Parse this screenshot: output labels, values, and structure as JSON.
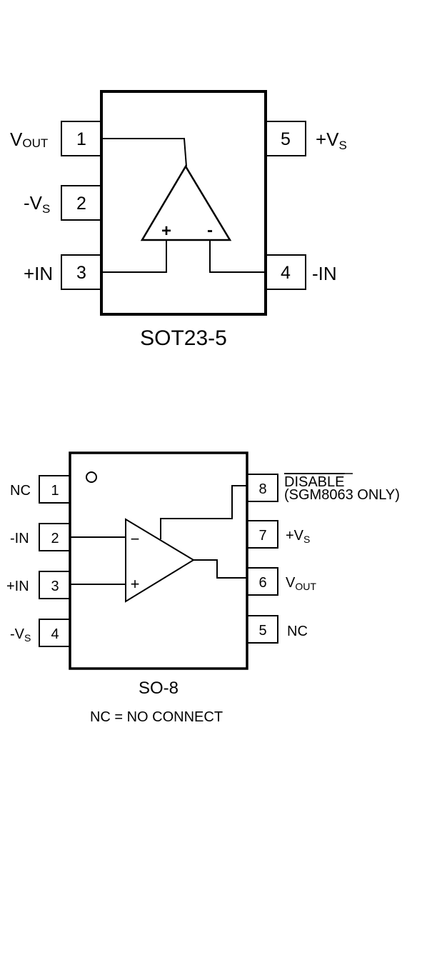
{
  "sot23": {
    "package_name": "SOT23-5",
    "pins": [
      {
        "num": "1",
        "label_main": "V",
        "label_sub": "OUT"
      },
      {
        "num": "2",
        "label_main": "-V",
        "label_sub": "S"
      },
      {
        "num": "3",
        "label_main": "+IN",
        "label_sub": ""
      },
      {
        "num": "4",
        "label_main": "-IN",
        "label_sub": ""
      },
      {
        "num": "5",
        "label_main": "+V",
        "label_sub": "S"
      }
    ],
    "amp_plus": "+",
    "amp_minus": "-"
  },
  "so8": {
    "package_name": "SO-8",
    "note": "NC = NO CONNECT",
    "pins": [
      {
        "num": "1",
        "label_main": "NC",
        "label_sub": ""
      },
      {
        "num": "2",
        "label_main": "-IN",
        "label_sub": ""
      },
      {
        "num": "3",
        "label_main": "+IN",
        "label_sub": ""
      },
      {
        "num": "4",
        "label_main": "-V",
        "label_sub": "S"
      },
      {
        "num": "5",
        "label_main": "NC",
        "label_sub": ""
      },
      {
        "num": "6",
        "label_main": "V",
        "label_sub": "OUT"
      },
      {
        "num": "7",
        "label_main": "+V",
        "label_sub": "S"
      },
      {
        "num": "8",
        "label_main": "DISABLE",
        "label_sub": "",
        "label_line2": "(SGM8063 ONLY)"
      }
    ],
    "amp_plus": "+",
    "amp_minus": "−"
  }
}
